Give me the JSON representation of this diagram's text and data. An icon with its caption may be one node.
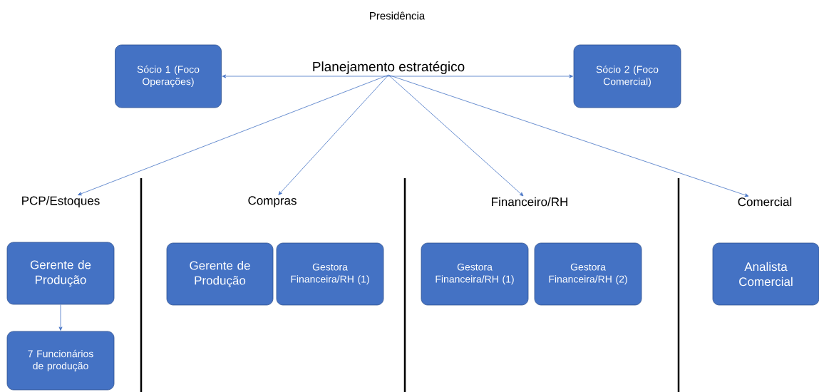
{
  "diagram": {
    "title": "Presidência",
    "nodes": [
      {
        "text": [
          "Sócio 1 (Foco Operações)"
        ]
      },
      {
        "text": [
          "Planejamento estratégico"
        ]
      },
      {
        "text": [
          "Sócio 2 (Foco Comercial)"
        ]
      },
      {
        "text": [
          "PCP/Estoques"
        ]
      },
      {
        "text": [
          "Compras"
        ]
      },
      {
        "text": [
          "Financeiro/RH"
        ]
      },
      {
        "text": [
          "Comercial"
        ]
      },
      {
        "text": [
          "Gerente de Produção"
        ]
      },
      {
        "text": [
          "7 Funcionários de produção"
        ]
      },
      {
        "text": [
          "Gerente de Produção"
        ]
      },
      {
        "text": [
          "Gestora Financeira/RH (1)"
        ]
      },
      {
        "text": [
          "Gestora Financeira/RH (1)"
        ]
      },
      {
        "text": [
          "Gestora Financeira/RH (2)"
        ]
      },
      {
        "text": [
          "Analista Comercial"
        ]
      }
    ],
    "edges": [
      {
        "from": 0,
        "to": 2,
        "arrow": "both"
      },
      {
        "from": 1,
        "to": 3,
        "arrow": "to"
      },
      {
        "from": 1,
        "to": 4,
        "arrow": "to"
      },
      {
        "from": 1,
        "to": 5,
        "arrow": "to"
      },
      {
        "from": 1,
        "to": 6,
        "arrow": "to"
      },
      {
        "from": 7,
        "to": 8,
        "arrow": "to"
      }
    ]
  }
}
